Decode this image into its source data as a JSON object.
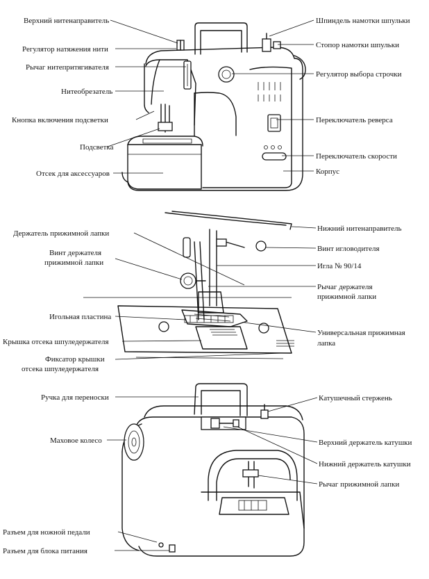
{
  "top_view": {
    "left_labels": [
      "Верхний нитенаправитель",
      "Регулятор натяжения нити",
      "Рычаг нитепритягивателя",
      "Нитеобрезатель",
      "Кнопка включения подсветки",
      "Подсветка",
      "Отсек для аксессуаров"
    ],
    "right_labels": [
      "Шпиндель намотки шпульки",
      "Стопор намотки шпульки",
      "Регулятор выбора строчки",
      "Переключатель реверса",
      "Переключатель скорости",
      "Корпус"
    ]
  },
  "needle_view": {
    "left_labels": [
      "Держатель прижимной лапки",
      "Винт держателя",
      "прижимной лапки",
      "Игольная пластина",
      "Крышка отсека шпуледержателя",
      "Фиксатор крышки",
      "отсека шпуледержателя"
    ],
    "right_labels": [
      "Нижний нитенаправитель",
      "Винт игловодителя",
      "Игла № 90/14",
      "Рычаг держателя",
      "прижимной лапки",
      "Универсальная прижимная",
      "лапка"
    ]
  },
  "back_view": {
    "left_labels": [
      "Ручка для переноски",
      "Маховое колесо",
      "Разъем для ножной педали",
      "Разъем для блока питания"
    ],
    "right_labels": [
      "Катушечный стержень",
      "Верхний держатель катушки",
      "Нижний держатель катушки",
      "Рычаг прижимной лапки"
    ]
  },
  "icons": [
    "sewing-machine-front",
    "needle-area",
    "sewing-machine-back"
  ]
}
